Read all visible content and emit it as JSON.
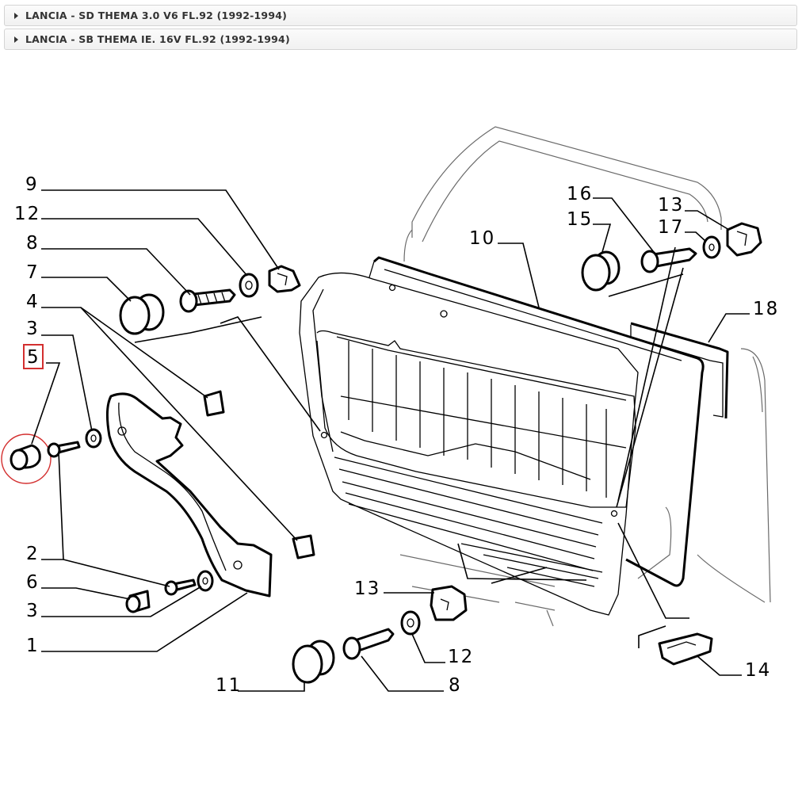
{
  "accordion": [
    {
      "label": "LANCIA - SD THEMA 3.0 V6 FL.92 (1992-1994)"
    },
    {
      "label": "LANCIA - SB THEMA IE. 16V FL.92 (1992-1994)"
    }
  ],
  "callouts": {
    "c9": "9",
    "c12a": "12",
    "c8a": "8",
    "c7": "7",
    "c4": "4",
    "c3a": "3",
    "c5": "5",
    "c2": "2",
    "c6": "6",
    "c3b": "3",
    "c1": "1",
    "c16": "16",
    "c15": "15",
    "c13a": "13",
    "c17": "17",
    "c10": "10",
    "c18": "18",
    "c13b": "13",
    "c12b": "12",
    "c11": "11",
    "c8b": "8",
    "c14": "14"
  },
  "highlight": {
    "part": "5",
    "color": "#d32f2f"
  }
}
